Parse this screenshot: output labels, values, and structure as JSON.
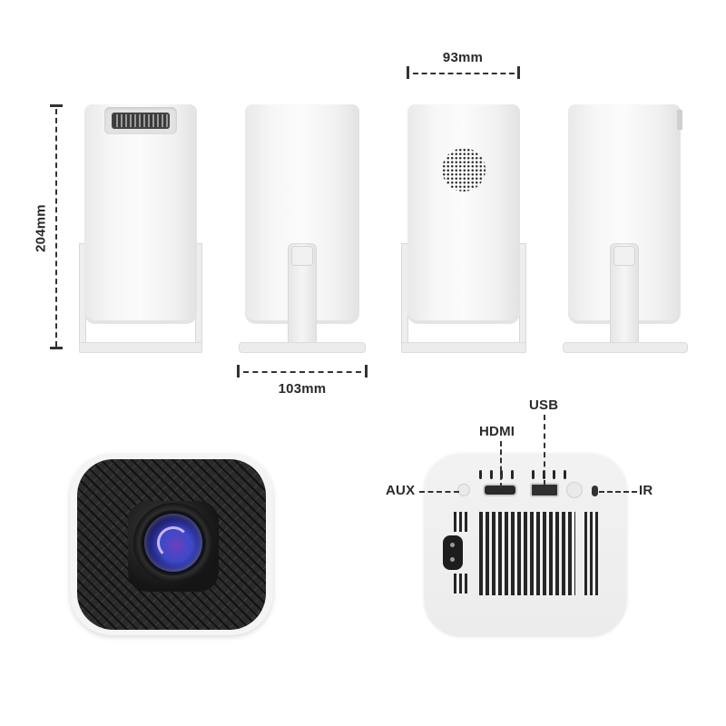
{
  "dimensions": {
    "width_top": "93mm",
    "height_left": "204mm",
    "depth_bottom": "103mm"
  },
  "views": [
    {
      "name": "front-upright",
      "feature": "lens vent"
    },
    {
      "name": "side-stand",
      "feature": "stand"
    },
    {
      "name": "back-upright",
      "feature": "speaker grille"
    },
    {
      "name": "side-stand-alt",
      "feature": "stand"
    }
  ],
  "front_view": {
    "feature": "lens",
    "colors": {
      "grille": "#2b2b2b",
      "lens": "#3c49c8",
      "lens_highlight": "#6b3fc0"
    }
  },
  "port_labels": {
    "aux": "AUX",
    "hdmi": "HDMI",
    "usb": "USB",
    "ir": "IR"
  },
  "colors": {
    "body": "#f4f4f4",
    "text": "#2a2a2a",
    "dimension_line": "#333333"
  }
}
